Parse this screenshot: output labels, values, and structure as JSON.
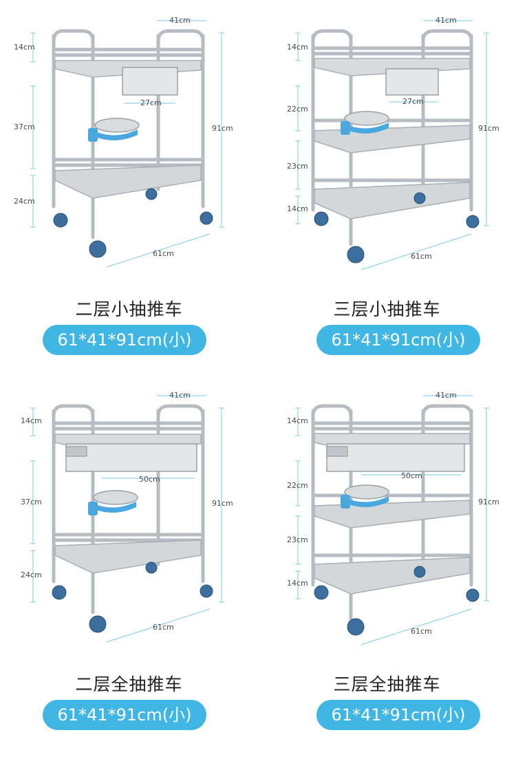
{
  "products": [
    {
      "name": "二层小抽推车",
      "size": "61*41*91cm(小)",
      "dims": {
        "width": "41cm",
        "drawer": "27cm",
        "height": "91cm",
        "length": "61cm",
        "sections": [
          "14cm",
          "37cm",
          "24cm"
        ]
      }
    },
    {
      "name": "三层小抽推车",
      "size": "61*41*91cm(小)",
      "dims": {
        "width": "41cm",
        "drawer": "27cm",
        "height": "91cm",
        "length": "61cm",
        "sections": [
          "14cm",
          "22cm",
          "23cm",
          "14cm"
        ]
      }
    },
    {
      "name": "二层全抽推车",
      "size": "61*41*91cm(小)",
      "dims": {
        "width": "41cm",
        "drawer": "50cm",
        "height": "91cm",
        "length": "61cm",
        "sections": [
          "14cm",
          "37cm",
          "24cm"
        ]
      }
    },
    {
      "name": "三层全抽推车",
      "size": "61*41*91cm(小)",
      "dims": {
        "width": "41cm",
        "drawer": "50cm",
        "height": "91cm",
        "length": "61cm",
        "sections": [
          "14cm",
          "22cm",
          "23cm",
          "14cm"
        ]
      }
    }
  ],
  "colors": {
    "accent": "#3fb6e3",
    "dimension_line": "#8fd3ec",
    "steel": "#c9ccd0",
    "basin_holder": "#4aa8e0",
    "wheel": "#3d6f9e"
  }
}
